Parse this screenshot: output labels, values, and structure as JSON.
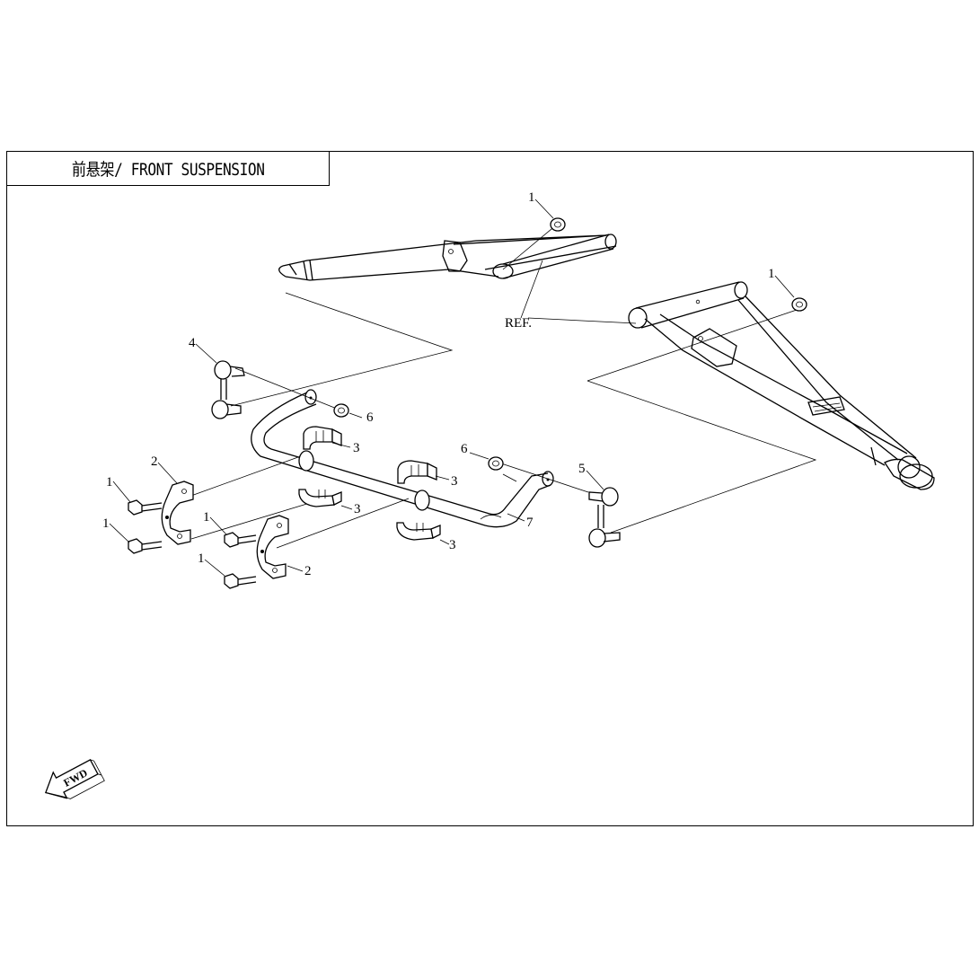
{
  "title": {
    "cn": "前悬架",
    "separator": "/ ",
    "en": "FRONT SUSPENSION"
  },
  "fwd_label": "FWD",
  "ref_label": "REF.",
  "callouts": [
    {
      "id": "c1a",
      "text": "1"
    },
    {
      "id": "c1b",
      "text": "1"
    },
    {
      "id": "c1c",
      "text": "1"
    },
    {
      "id": "c1d",
      "text": "1"
    },
    {
      "id": "c1e",
      "text": "1"
    },
    {
      "id": "c1f",
      "text": "1"
    },
    {
      "id": "c2a",
      "text": "2"
    },
    {
      "id": "c2b",
      "text": "2"
    },
    {
      "id": "c3a",
      "text": "3"
    },
    {
      "id": "c3b",
      "text": "3"
    },
    {
      "id": "c3c",
      "text": "3"
    },
    {
      "id": "c3d",
      "text": "3"
    },
    {
      "id": "c4",
      "text": "4"
    },
    {
      "id": "c5",
      "text": "5"
    },
    {
      "id": "c6a",
      "text": "6"
    },
    {
      "id": "c6b",
      "text": "6"
    },
    {
      "id": "c7",
      "text": "7"
    }
  ]
}
